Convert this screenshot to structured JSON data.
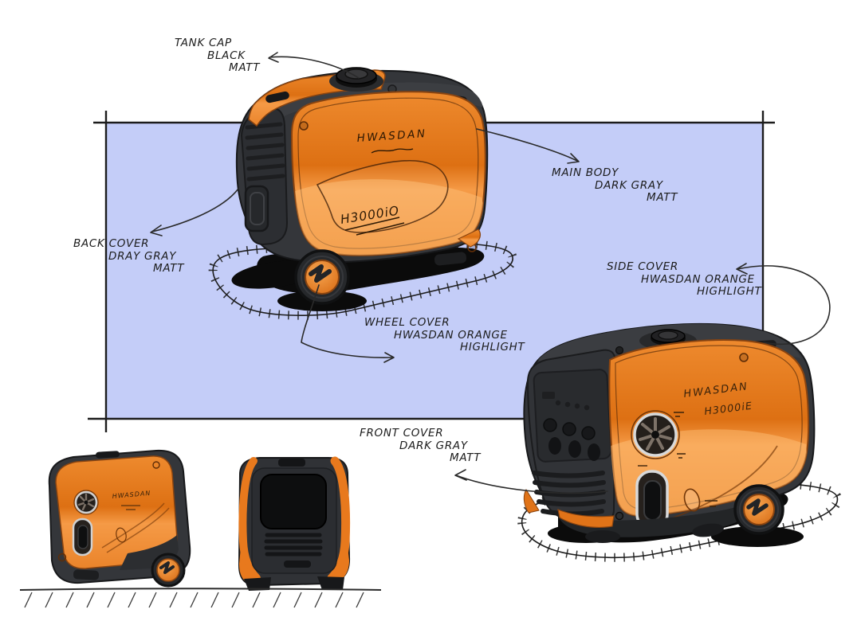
{
  "document": {
    "type": "product-design-sketch",
    "subject": "portable inverter generator concept"
  },
  "colors": {
    "background": "#ffffff",
    "backdrop_blue": "#c4cdf8",
    "line_ink": "#1c1c1c",
    "hwasdan_orange": "#e8791d",
    "orange_highlight": "#f6a04b",
    "orange_deep": "#c2600f",
    "dark_gray_matt": "#333539",
    "black_matt": "#141414",
    "chrome": "#d8d9da"
  },
  "annotations": {
    "tank_cap": {
      "lines": [
        "TANK CAP",
        "BLACK",
        "MATT"
      ]
    },
    "main_body": {
      "lines": [
        "MAIN BODY",
        "DARK GRAY",
        "MATT"
      ]
    },
    "back_cover": {
      "lines": [
        "BACK COVER",
        "DRAY GRAY",
        "MATT"
      ]
    },
    "wheel_cover": {
      "lines": [
        "WHEEL COVER",
        "HWASDAN ORANGE",
        "HIGHLIGHT"
      ]
    },
    "side_cover": {
      "lines": [
        "SIDE COVER",
        "HWASDAN ORANGE",
        "HIGHLIGHT"
      ]
    },
    "front_cover": {
      "lines": [
        "FRONT COVER",
        "DARK GRAY",
        "MATT"
      ]
    }
  },
  "branding": {
    "name": "HWASDAN",
    "model_rear_view": "H3000iO",
    "model_front_view": "H3000iE",
    "name_small_view": "HWASDAN"
  }
}
